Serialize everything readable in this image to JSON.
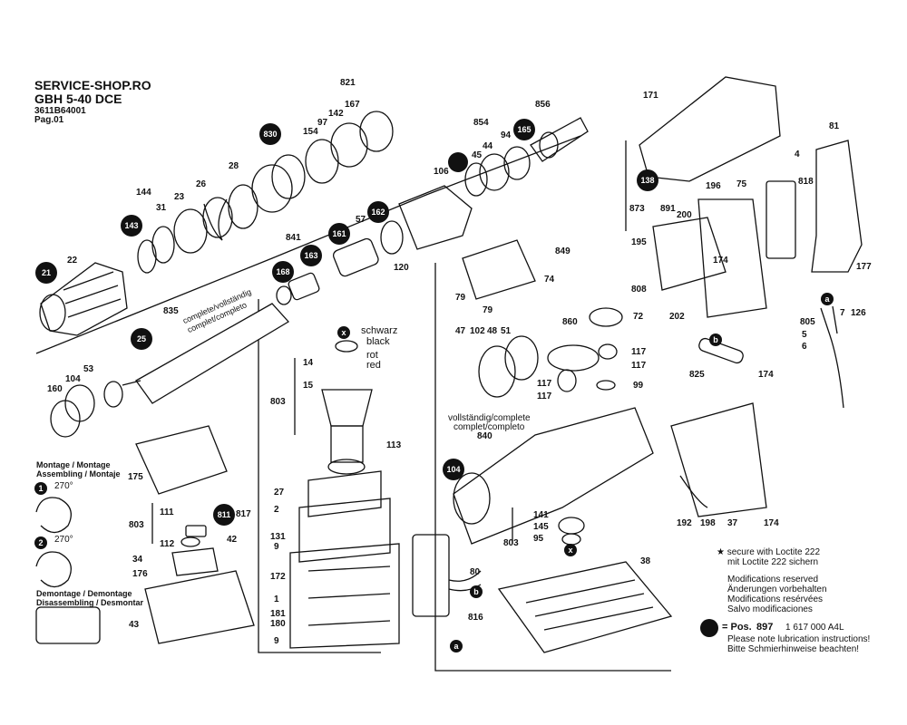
{
  "header": {
    "shop": "SERVICE-SHOP.RO",
    "model": "GBH 5-40 DCE",
    "code": "3611B64001",
    "page": "Pag.01"
  },
  "callouts": [
    "830",
    "165",
    "143",
    "21",
    "162",
    "161",
    "168",
    "163",
    "25",
    "138",
    "104",
    "811"
  ],
  "labels": {
    "821": "821",
    "167": "167",
    "142": "142",
    "97": "97",
    "154": "154",
    "28": "28",
    "26": "26",
    "23": "23",
    "144": "144",
    "31": "31",
    "22": "22",
    "854": "854",
    "856": "856",
    "45": "45",
    "44": "44",
    "94": "94",
    "106": "106",
    "57": "57",
    "120": "120",
    "841": "841",
    "835": "835",
    "53": "53",
    "104b": "104",
    "160": "160",
    "171": "171",
    "81": "81",
    "4": "4",
    "818": "818",
    "196": "196",
    "75": "75",
    "873": "873",
    "891": "891",
    "200": "200",
    "195": "195",
    "174a": "174",
    "177": "177",
    "808": "808",
    "202": "202",
    "805": "805",
    "5": "5",
    "6": "6",
    "7": "7",
    "126": "126",
    "825": "825",
    "174b": "174",
    "849": "849",
    "74": "74",
    "79a": "79",
    "79b": "79",
    "47": "47",
    "102": "102",
    "48": "48",
    "51": "51",
    "860": "860",
    "72": "72",
    "117a": "117",
    "117b": "117",
    "117c": "117",
    "117d": "117",
    "99": "99",
    "840": "840",
    "141": "141",
    "145": "145",
    "95": "95",
    "803a": "803",
    "14": "14",
    "15": "15",
    "803b": "803",
    "113": "113",
    "27": "27",
    "2": "2",
    "131": "131",
    "9a": "9",
    "172": "172",
    "1": "1",
    "181": "181",
    "180": "180",
    "9b": "9",
    "80": "80",
    "816": "816",
    "175": "175",
    "111": "111",
    "803c": "803",
    "112": "112",
    "817": "817",
    "42": "42",
    "34": "34",
    "176": "176",
    "43": "43",
    "192": "192",
    "198": "198",
    "37": "37",
    "174c": "174",
    "38": "38"
  },
  "wire_colors": {
    "schwarz": "schwarz",
    "black": "black",
    "rot": "rot",
    "red": "red"
  },
  "complete_labels": {
    "line1": "complete/vollständig",
    "line2": "complet/completo",
    "vline1": "vollständig/complete",
    "vline2": "complet/completo"
  },
  "sections": {
    "montage": [
      "Montage / Montage",
      "Assembling / Montaje"
    ],
    "demontage": [
      "Demontage / Demontage",
      "Disassembling / Desmontar"
    ],
    "deg1": "270°",
    "deg2": "270°"
  },
  "notes": {
    "loctite": [
      "secure with Loctite 222",
      "mit Loctite 222 sichern"
    ],
    "modifications": [
      "Modifications reserved",
      "Änderungen vorbehalten",
      "Modifications resérvées",
      "Salvo modificaciones"
    ],
    "pos_prefix": "= Pos.",
    "pos_num": "897",
    "pos_part": "1 617 000 A4L",
    "lubrication": [
      "Please note lubrication instructions!",
      "Bitte Schmierhinweise beachten!"
    ]
  },
  "markers": {
    "x": "x",
    "b": "b",
    "a": "a",
    "one": "1",
    "two": "2"
  },
  "colors": {
    "ink": "#111111",
    "bg": "#ffffff"
  }
}
